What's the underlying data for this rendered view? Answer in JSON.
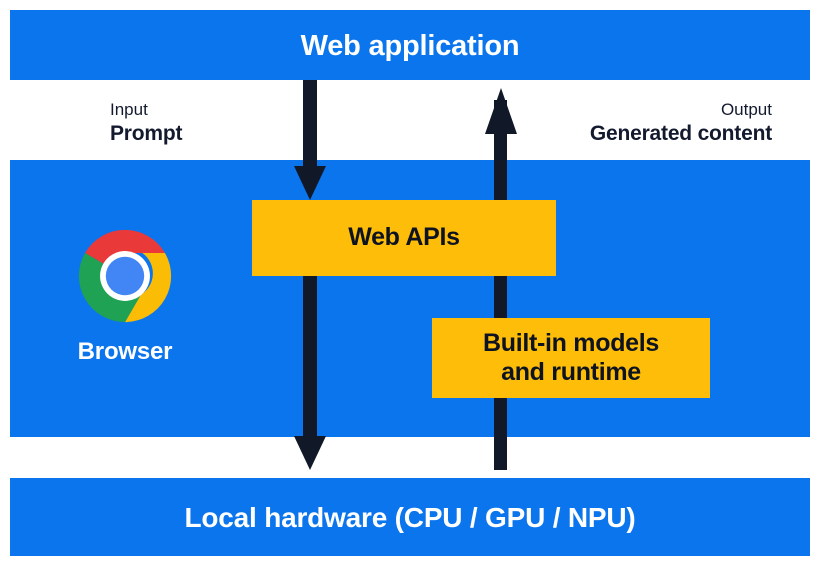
{
  "diagram": {
    "title_bands": {
      "web_application": "Web application",
      "local_hardware": "Local hardware (CPU / GPU / NPU)"
    },
    "annotations": {
      "input": {
        "caption": "Input",
        "value": "Prompt"
      },
      "output": {
        "caption": "Output",
        "value": "Generated content"
      }
    },
    "boxes": {
      "web_apis": "Web APIs",
      "builtin_models": "Built-in models\nand runtime",
      "builtin_models_line1": "Built-in models",
      "builtin_models_line2": "and runtime"
    },
    "browser": {
      "label": "Browser",
      "icon": "chrome-logo-icon"
    },
    "arrows": {
      "down_arrow": "input-flow-down-arrow",
      "up_arrow": "output-flow-up-arrow"
    },
    "colors": {
      "band_blue": "#0b75ed",
      "box_yellow": "#fdbd09",
      "arrow_dark": "#111827",
      "text_dark": "#131a2e",
      "text_light": "#ffffff",
      "chrome_red": "#ea3939",
      "chrome_yellow": "#fbbc05",
      "chrome_green": "#1fa253",
      "chrome_blue": "#4285f4",
      "page_background": "#ffffff"
    }
  }
}
